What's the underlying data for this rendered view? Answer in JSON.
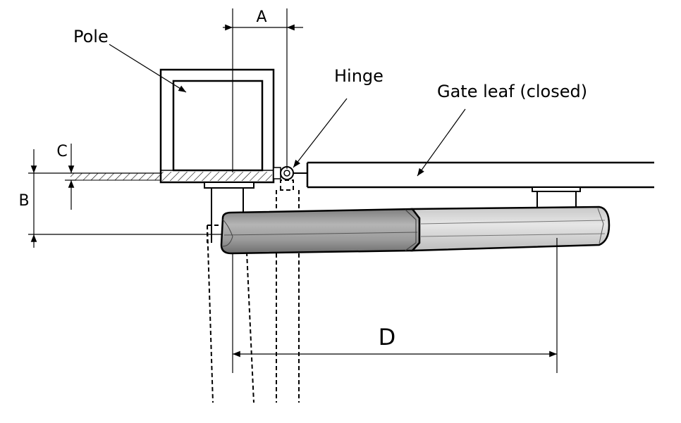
{
  "labels": {
    "pole": "Pole",
    "hinge": "Hinge",
    "gate_leaf": "Gate leaf (closed)"
  },
  "dimensions": {
    "a": "A",
    "b": "B",
    "c": "C",
    "d": "D"
  },
  "colors": {
    "line": "#000000",
    "actuator_dark": "#9d9d9d",
    "actuator_light": "#cfcfcf",
    "background": "#ffffff"
  }
}
